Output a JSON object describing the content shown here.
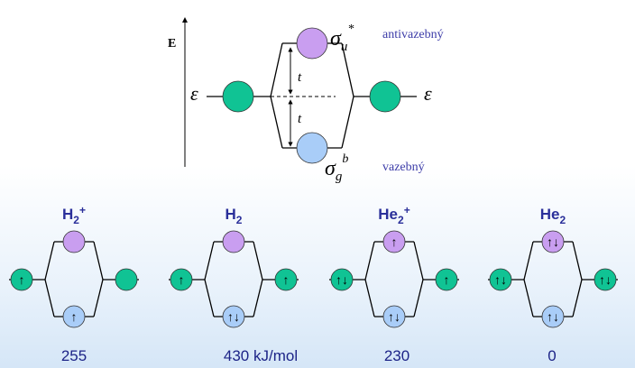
{
  "diagram": {
    "energy_axis_label": "E",
    "level_symbol_left": "ε",
    "level_symbol_right": "ε",
    "splitting_upper": "t",
    "splitting_lower": "t",
    "antibonding": {
      "symbol": "σ",
      "subscript": "u",
      "superscript": "*",
      "label": "antivazebný"
    },
    "bonding": {
      "symbol": "σ",
      "subscript": "g",
      "superscript": "b",
      "label": "vazebný"
    }
  },
  "molecules": [
    {
      "base": "H",
      "sub": "2",
      "sup": "+",
      "left_ao": "↑",
      "antibonding": "",
      "bonding": "↑",
      "right_ao": "",
      "energy": "255"
    },
    {
      "base": "H",
      "sub": "2",
      "sup": "",
      "left_ao": "↑",
      "antibonding": "",
      "bonding": "↑↓",
      "right_ao": "↑",
      "energy": "430 kJ/mol"
    },
    {
      "base": "He",
      "sub": "2",
      "sup": "+",
      "left_ao": "↑↓",
      "antibonding": "↑",
      "bonding": "↑↓",
      "right_ao": "↑",
      "energy": "230"
    },
    {
      "base": "He",
      "sub": "2",
      "sup": "",
      "left_ao": "↑↓",
      "antibonding": "↑↓",
      "bonding": "↑↓",
      "right_ao": "↑↓",
      "energy": "0"
    }
  ],
  "colors": {
    "atomic_orbital": "#10c394",
    "antibonding_orbital": "#c99ef0",
    "bonding_orbital": "#a9cdf8",
    "title_text": "#2a2f9a",
    "label_text": "#3c3ca8",
    "energy_text": "#1d2488"
  }
}
